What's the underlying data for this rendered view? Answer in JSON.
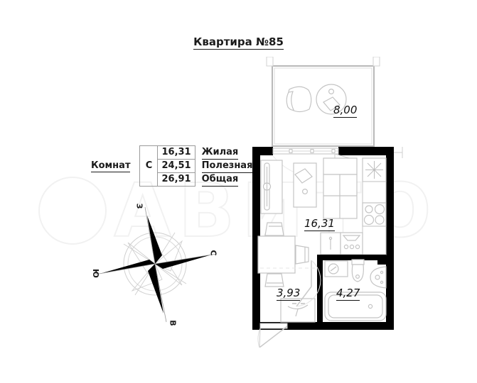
{
  "title": "Квартира №85",
  "watermark": {
    "text": "АВИТО"
  },
  "info": {
    "rooms_label": "Комнат",
    "rooms_count": "С",
    "rows": [
      {
        "value": "16,31",
        "name": "Жилая"
      },
      {
        "value": "24,51",
        "name": "Полезная"
      },
      {
        "value": "26,91",
        "name": "Общая"
      }
    ]
  },
  "compass": {
    "north_label": "З",
    "east_label": "С",
    "south_label": "В",
    "west_label": "Ю"
  },
  "plan": {
    "areas": {
      "balcony": "8,00",
      "main_room": "16,31",
      "hallway": "3,93",
      "bathroom": "4,27"
    },
    "colors": {
      "wall": "#000000",
      "furniture": "#c9c9c9",
      "text": "#111111"
    }
  }
}
